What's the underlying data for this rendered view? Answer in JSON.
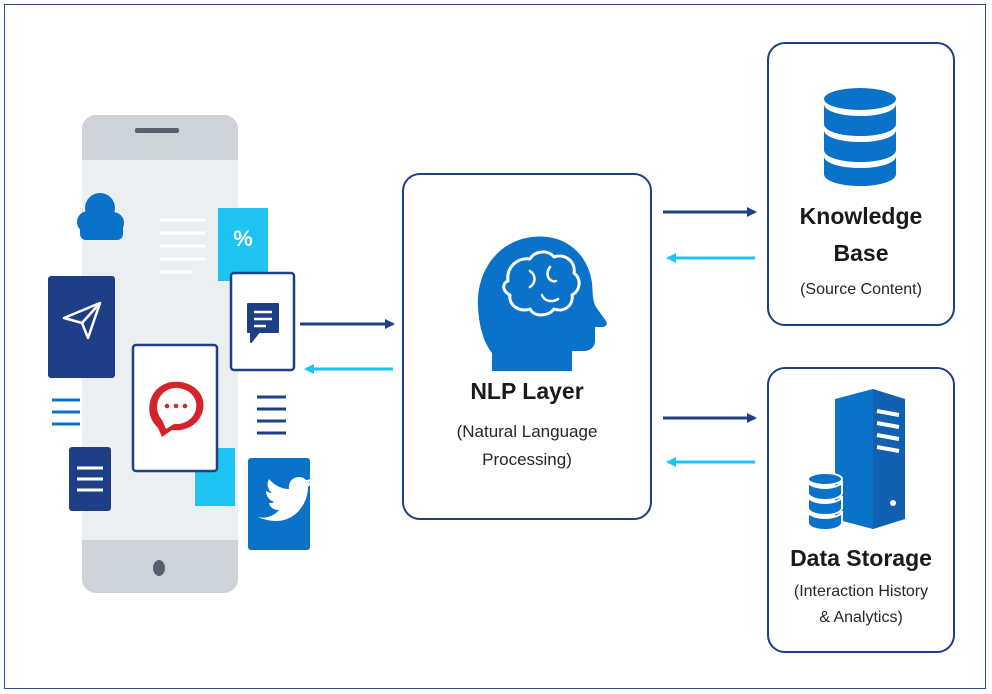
{
  "nlp": {
    "title": "NLP Layer",
    "subtitle_line1": "(Natural Language",
    "subtitle_line2": "Processing)"
  },
  "knowledge_base": {
    "title_line1": "Knowledge",
    "title_line2": "Base",
    "subtitle": "(Source Content)"
  },
  "data_storage": {
    "title": "Data Storage",
    "subtitle_line1": "(Interaction History",
    "subtitle_line2": "& Analytics)"
  },
  "phone_icons": {
    "percent_label": "%"
  },
  "colors": {
    "dark_blue": "#1e3f86",
    "accent_blue": "#0b72c9",
    "light_blue": "#1ec3f2",
    "phone_gray": "#d9dee3",
    "red": "#d62328"
  },
  "icons": [
    "cloud-icon",
    "percent-icon",
    "chat-icon",
    "paper-plane-icon",
    "messenger-icon",
    "list-icon",
    "document-icon",
    "twitter-icon",
    "brain-head-icon",
    "database-icon",
    "server-icon"
  ]
}
